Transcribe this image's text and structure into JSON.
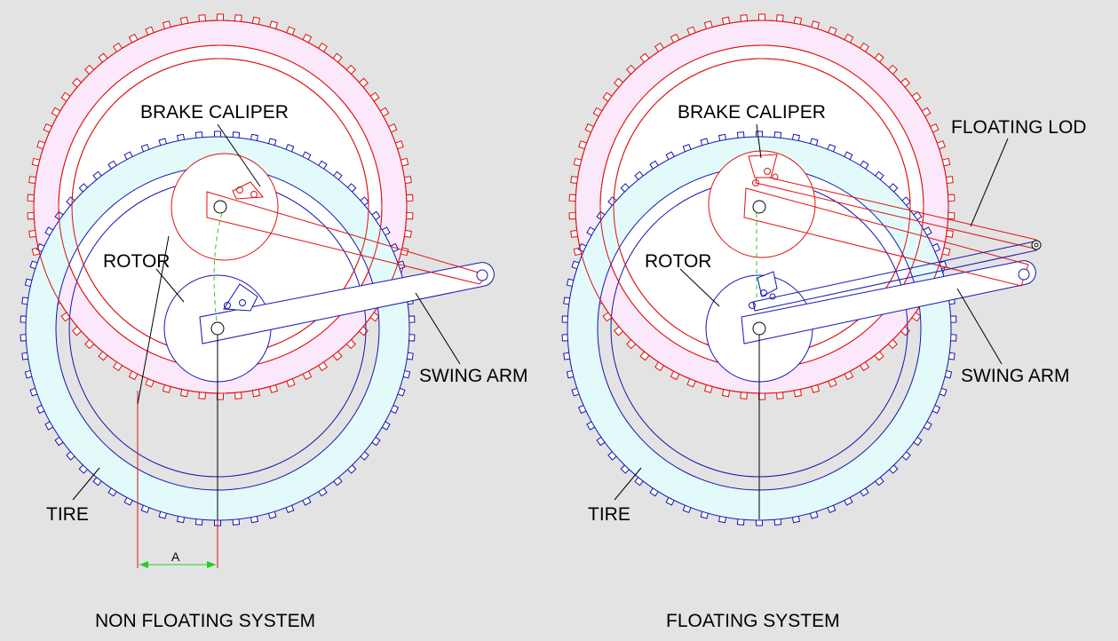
{
  "colors": {
    "background": "#e3e3e3",
    "red": "#e01010",
    "blue": "#1515b0",
    "pink_fill": "#fbe8fb",
    "cyan_fill": "#e2fafa",
    "white": "#ffffff",
    "green": "#22cc22",
    "black": "#000000"
  },
  "left_panel": {
    "brake_caliper_label": "BRAKE CALIPER",
    "rotor_label": "ROTOR",
    "swing_arm_label": "SWING ARM",
    "tire_label": "TIRE",
    "dimension_label": "A",
    "caption": "NON FLOATING SYSTEM"
  },
  "right_panel": {
    "brake_caliper_label": "BRAKE CALIPER",
    "floating_lod_label": "FLOATING LOD",
    "rotor_label": "ROTOR",
    "swing_arm_label": "SWING ARM",
    "tire_label": "TIRE",
    "caption": "FLOATING SYSTEM"
  }
}
